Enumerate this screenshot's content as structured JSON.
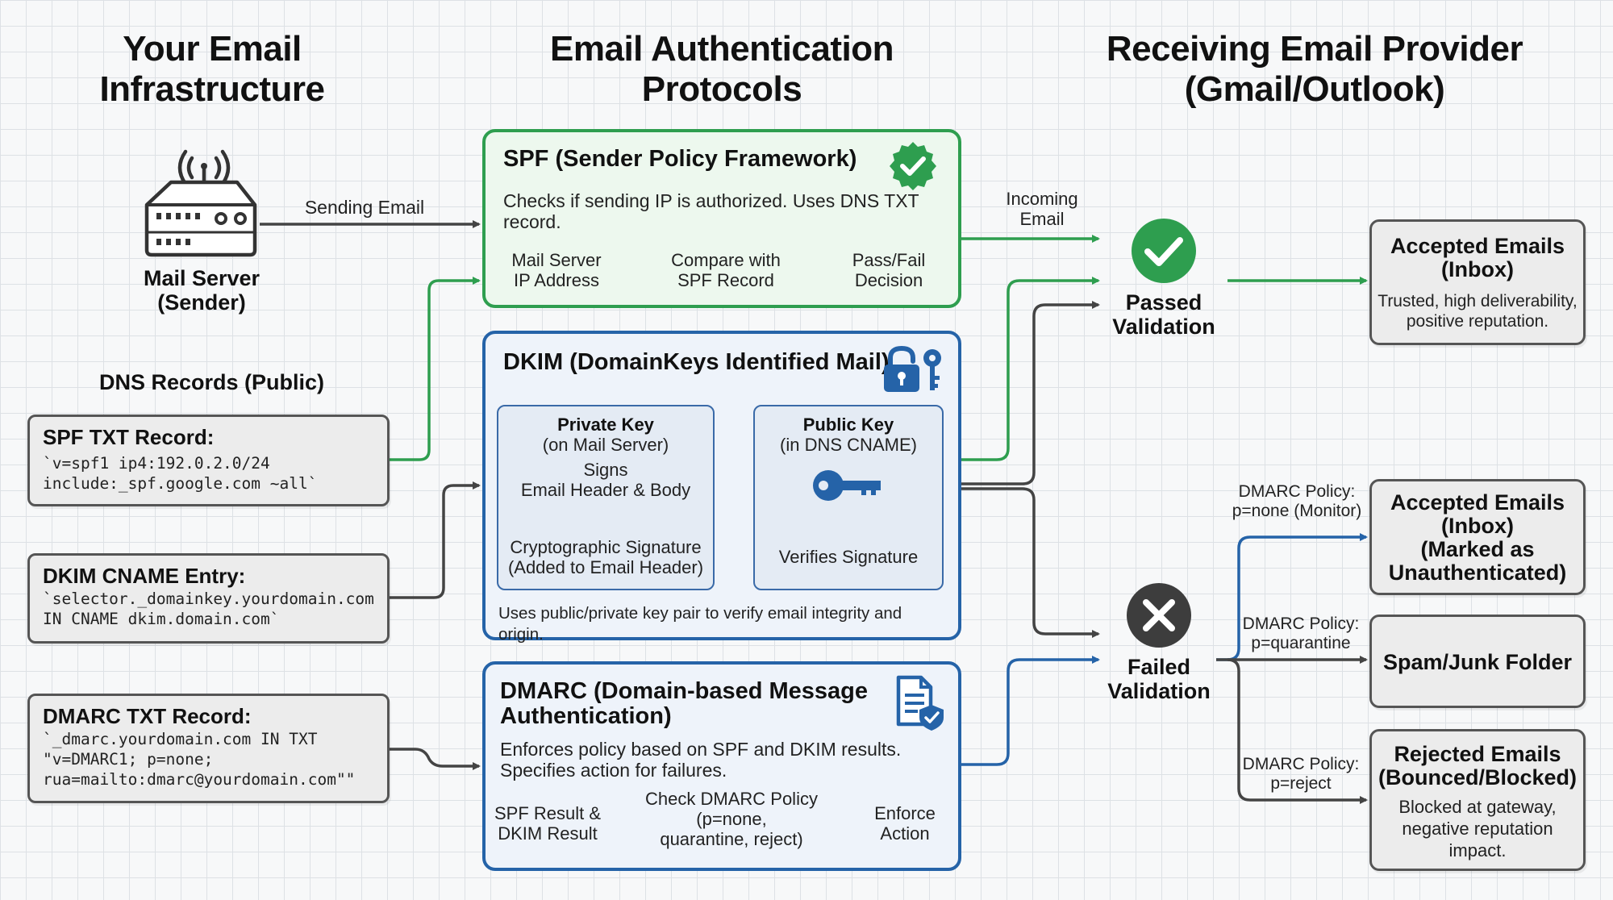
{
  "columns": {
    "left": "Your Email\nInfrastructure",
    "middle": "Email Authentication\nProtocols",
    "right": "Receiving Email Provider\n(Gmail/Outlook)"
  },
  "mail_server": {
    "label": "Mail Server\n(Sender)",
    "sending_label": "Sending Email"
  },
  "dns": {
    "heading": "DNS Records (Public)",
    "spf": {
      "title": "SPF TXT Record:",
      "code": "`v=spf1 ip4:192.0.2.0/24\ninclude:_spf.google.com ~all`"
    },
    "dkim": {
      "title": "DKIM CNAME Entry:",
      "code": "`selector._domainkey.yourdomain.com\nIN CNAME dkim.domain.com`"
    },
    "dmarc": {
      "title": "DMARC TXT Record:",
      "code": "`_dmarc.yourdomain.com IN TXT\n\"v=DMARC1; p=none;\nrua=mailto:dmarc@yourdomain.com\"\""
    }
  },
  "spf": {
    "title": "SPF (Sender Policy Framework)",
    "description": "Checks if sending IP is authorized. Uses DNS TXT\nrecord.",
    "steps": [
      "Mail Server\nIP Address",
      "Compare with\nSPF Record",
      "Pass/Fail\nDecision"
    ]
  },
  "dkim": {
    "title": "DKIM (DomainKeys Identified Mail)",
    "private_key": {
      "title": "Private Key",
      "subtitle": "(on Mail Server)",
      "action": "Signs\nEmail Header & Body",
      "result": "Cryptographic Signature\n(Added to Email Header)"
    },
    "public_key": {
      "title": "Public Key",
      "subtitle": "(in DNS CNAME)",
      "action": "Verifies Signature"
    },
    "footer": "Uses public/private key pair to verify email integrity and origin."
  },
  "dmarc": {
    "title": "DMARC (Domain-based Message\nAuthentication)",
    "description": "Enforces policy based on SPF and DKIM results.\nSpecifies action for failures.",
    "steps": [
      "SPF Result &\nDKIM Result",
      "Check DMARC Policy\n(p=none,\nquarantine, reject)",
      "Enforce\nAction"
    ]
  },
  "validation": {
    "incoming": "Incoming\nEmail",
    "passed": "Passed\nValidation",
    "failed": "Failed\nValidation"
  },
  "outcomes": {
    "accepted": {
      "title": "Accepted Emails\n(Inbox)",
      "desc": "Trusted, high deliverability,\npositive reputation."
    },
    "accepted_unauth": {
      "title": "Accepted Emails\n(Inbox)\n(Marked as\nUnauthenticated)"
    },
    "spam": {
      "title": "Spam/Junk Folder"
    },
    "rejected": {
      "title": "Rejected Emails\n(Bounced/Blocked)",
      "desc": "Blocked at gateway,\nnegative reputation\nimpact."
    }
  },
  "policies": {
    "none": "DMARC Policy:\np=none (Monitor)",
    "quarantine": "DMARC Policy:\np=quarantine",
    "reject": "DMARC Policy:\np=reject"
  },
  "colors": {
    "green": "#2e9e4f",
    "blue": "#2563a8",
    "dark": "#444444"
  }
}
